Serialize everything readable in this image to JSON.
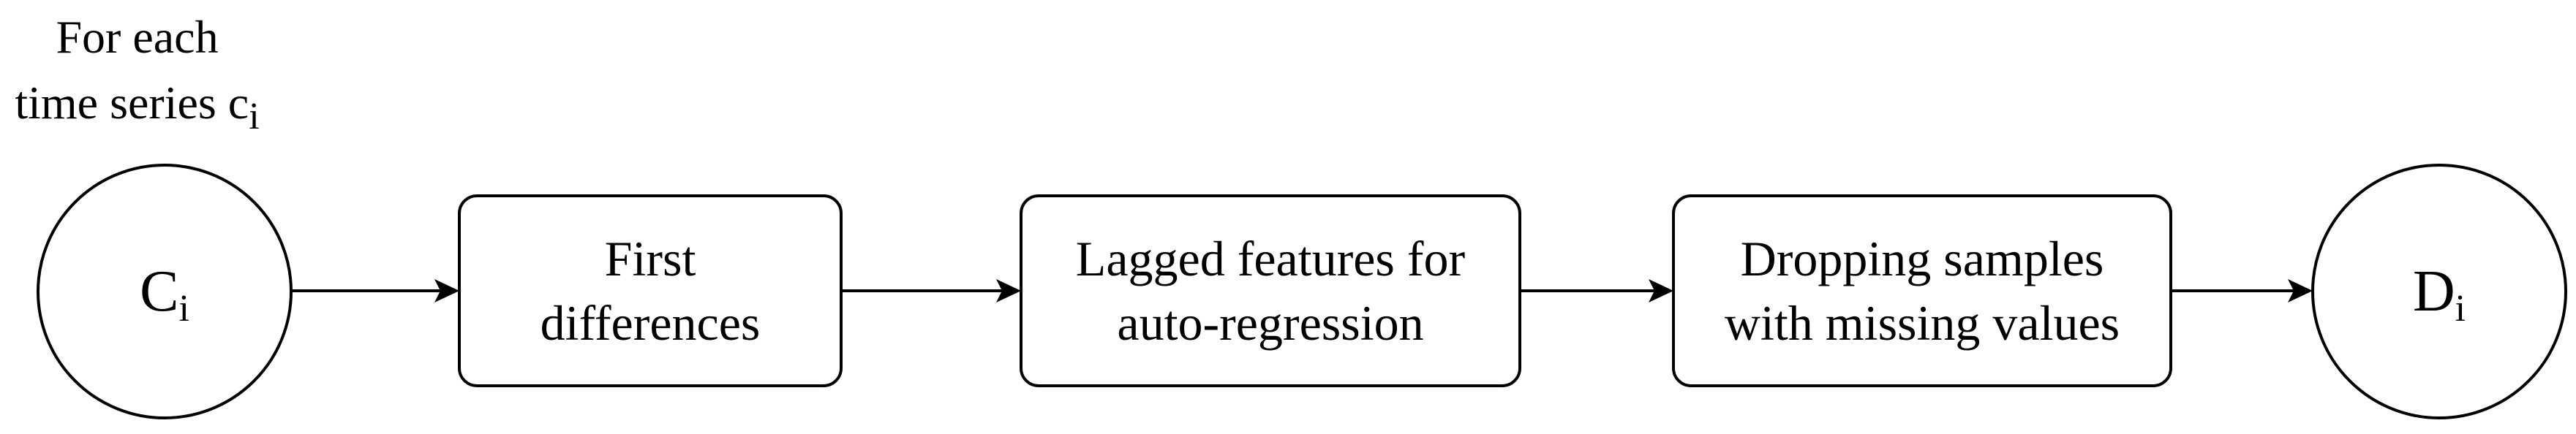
{
  "caption": {
    "line1": "For each",
    "line2_text": "time series c",
    "line2_sub": "i"
  },
  "nodes": {
    "start": {
      "letter": "C",
      "sub": "i"
    },
    "step1": {
      "line1": "First",
      "line2": "differences"
    },
    "step2": {
      "line1": "Lagged features for",
      "line2": "auto-regression"
    },
    "step3": {
      "line1": "Dropping samples",
      "line2": "with missing values"
    },
    "end": {
      "letter": "D",
      "sub": "i"
    }
  },
  "colors": {
    "stroke": "#000000",
    "background": "#ffffff"
  }
}
